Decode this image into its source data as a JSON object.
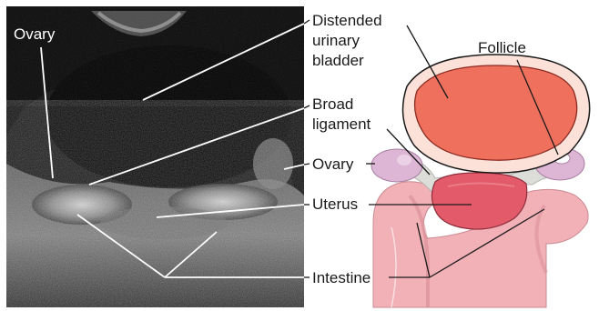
{
  "ultrasound": {
    "ovary_label": "Ovary"
  },
  "labels": {
    "distended_line1": "Distended",
    "distended_line2": "urinary",
    "distended_line3": "bladder",
    "broad_line1": "Broad",
    "broad_line2": "ligament",
    "ovary": "Ovary",
    "uterus": "Uterus",
    "intestine": "Intestine",
    "follicle": "Follicle"
  },
  "colors": {
    "bladder_fill": "#f0705e",
    "bladder_rim": "#fbe1d8",
    "uterus_fill": "#e35a6a",
    "ovary_fill": "#ddb6d6",
    "intestine_fill": "#f1b1b6",
    "ligament_fill": "#dcdcd8"
  }
}
